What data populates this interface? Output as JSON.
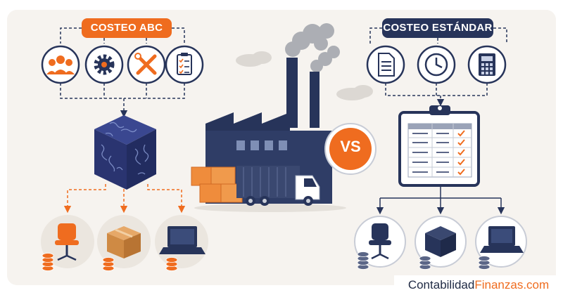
{
  "abc": {
    "title": "COSTEO ABC",
    "icons": [
      "people-icon",
      "gear-icon",
      "tools-icon",
      "clipboard-checklist-icon"
    ],
    "cube_icon": "puzzle-cube-icon",
    "outputs": [
      "office-chair-icon",
      "cardboard-box-icon",
      "laptop-icon"
    ]
  },
  "standard": {
    "title": "COSTEO ESTÁNDAR",
    "icons": [
      "document-icon",
      "clock-icon",
      "calculator-icon"
    ],
    "board_icon": "clipboard-table-icon",
    "outputs": [
      "office-chair-icon",
      "box-icon",
      "laptop-icon"
    ]
  },
  "center": {
    "vs_label": "VS",
    "illustration": "factory-with-truck-icon"
  },
  "brand": {
    "part1": "Contabilidad",
    "part2": "Finanzas.com"
  },
  "colors": {
    "orange": "#ef6c1f",
    "navy": "#27345a",
    "background": "#f6f3ef"
  }
}
